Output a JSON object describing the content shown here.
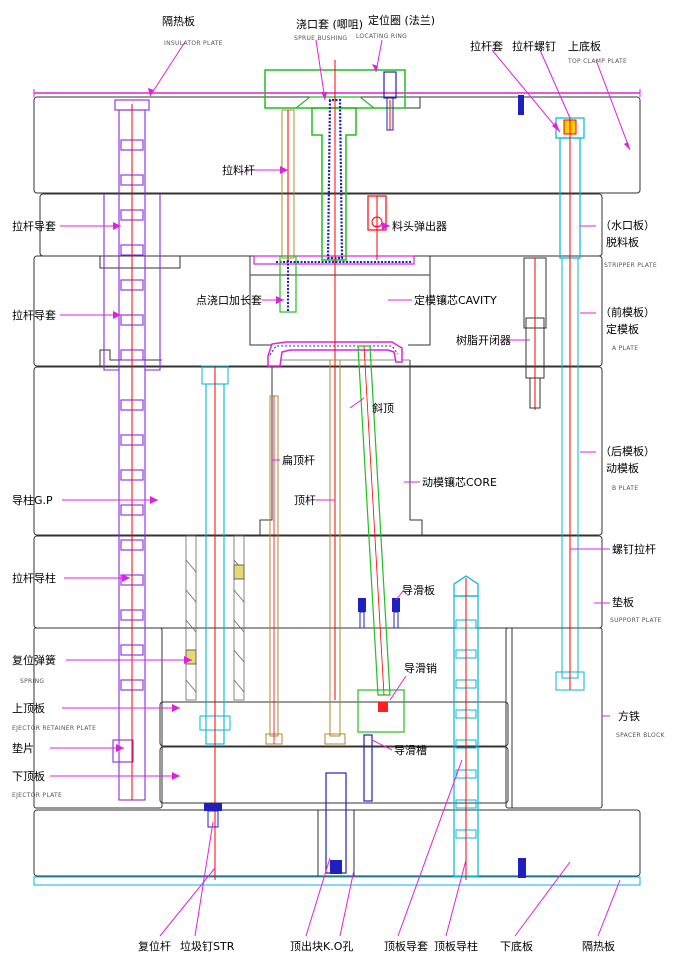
{
  "colors": {
    "outline": "#333333",
    "leader": "#e020e0",
    "sprue": "#20c020",
    "guide": "#8a2be2",
    "cyan": "#00b8d8",
    "core": "#ff0000",
    "pin": "#b08a30",
    "blue": "#2020c0"
  },
  "labels": {
    "insulator_top": {
      "cn": "隔热板",
      "en": "INSULATOR PLATE"
    },
    "sprue_bushing": {
      "cn": "浇口套 (唧咀)",
      "en": "SPRUE BUSHING"
    },
    "locating_ring": {
      "cn": "定位圈 (法兰)",
      "en": "LOCATING RING"
    },
    "puller_bush_top": {
      "cn": "拉杆套"
    },
    "puller_screw": {
      "cn": "拉杆螺钉"
    },
    "top_clamp": {
      "cn": "上底板",
      "en": "TOP CLAMP PLATE"
    },
    "sprue_puller": {
      "cn": "拉料杆"
    },
    "runner_ejector": {
      "cn": "料头弹出器"
    },
    "stripper": {
      "cn": "（水口板）",
      "cn2": "脱料板",
      "en": "STRIPPER PLATE"
    },
    "guide_bush_1": {
      "cn": "拉杆导套"
    },
    "guide_bush_2": {
      "cn": "拉杆导套"
    },
    "pinpoint_ext": {
      "cn": "点浇口加长套"
    },
    "cavity": {
      "cn": "定模镶芯CAVITY"
    },
    "a_plate": {
      "cn": "（前模板）",
      "cn2": "定模板",
      "en": "A PLATE"
    },
    "resin_lock": {
      "cn": "树脂开闭器"
    },
    "angle_lifter": {
      "cn": "斜顶"
    },
    "flat_pin": {
      "cn": "扁顶杆"
    },
    "b_plate": {
      "cn": "（后模板）",
      "cn2": "动模板",
      "en": "B PLATE"
    },
    "guide_pin": {
      "cn": "导柱G.P"
    },
    "ejector_pin": {
      "cn": "顶杆"
    },
    "core": {
      "cn": "动模镶芯CORE"
    },
    "screw_puller": {
      "cn": "螺钉拉杆"
    },
    "puller_guide_pin": {
      "cn": "拉杆导柱"
    },
    "guide_plate": {
      "cn": "导滑板"
    },
    "support": {
      "cn": "垫板",
      "en": "SUPPORT PLATE"
    },
    "return_spring": {
      "cn": "复位弹簧",
      "en": "SPRING"
    },
    "guide_dowel": {
      "cn": "导滑销"
    },
    "ejector_retainer": {
      "cn": "上顶板",
      "en": "EJECTOR RETAINER PLATE"
    },
    "spacer": {
      "cn": "方铁",
      "en": "SPACER BLOCK"
    },
    "shim": {
      "cn": "垫片"
    },
    "guide_slot": {
      "cn": "导滑槽"
    },
    "ejector_plate": {
      "cn": "下顶板",
      "en": "EJECTOR PLATE"
    },
    "return_pin": {
      "cn": "复位杆"
    },
    "stop_pin": {
      "cn": "垃圾钉STR"
    },
    "ko_block": {
      "cn": "顶出块K.O孔"
    },
    "ej_guide_bush": {
      "cn": "顶板导套"
    },
    "ej_guide_pin": {
      "cn": "顶板导柱"
    },
    "bottom_clamp": {
      "cn": "下底板"
    },
    "insulator_bottom": {
      "cn": "隔热板"
    }
  }
}
